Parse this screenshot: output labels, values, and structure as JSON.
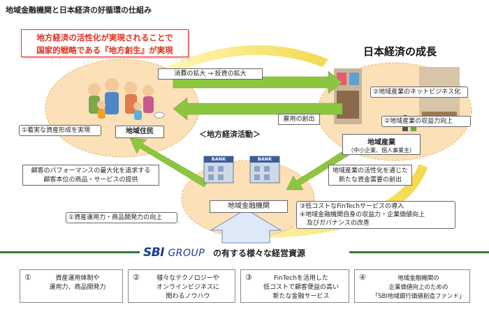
{
  "title": "地域金融機関と日本経済の好循環の仕組み",
  "banner": {
    "line1": "地方経済の活性化が実現されることで",
    "line2": "国家的戦略である『地方創生』が実現"
  },
  "growth_title": "日本経済の成長",
  "flows": {
    "consumption": "消費の拡大 → 投資の拡大",
    "employment": "雇用の創出",
    "customer_line1": "顧客のパフォーマンスの最大化を追求する",
    "customer_line2": "顧客本位の商品・サービスの提供",
    "industry_line1": "地域産業の活性化を通じた",
    "industry_line2": "新たな資金需要の創出"
  },
  "residents": {
    "label": "地域住民",
    "note": "①着実な資産形成を実現"
  },
  "industry": {
    "label": "地域産業",
    "sub": "（中小企業、個人事業主）",
    "note1": "②地域産業のネットビジネス化",
    "note2": "②地域産業の収益力向上"
  },
  "activity_label": "＜地方経済活動＞",
  "bank": {
    "label": "地域金融機関",
    "sign": "BANK",
    "left_note": "①資産運用力・商品開発力の向上",
    "right_note1": "③低コストなFinTechサービスの導入",
    "right_note2": "④地域金融機関自身の収益力・企業価値向上",
    "right_note3": "及びガバナンスの改善"
  },
  "sbi": {
    "logo": "SBI",
    "group": "GROUP",
    "text": "の有する様々な経営資源"
  },
  "resources": [
    {
      "num": "①",
      "line1": "資産運用体制や",
      "line2": "運用力、商品開発力",
      "line3": ""
    },
    {
      "num": "②",
      "line1": "様々なテクノロジーや",
      "line2": "オンラインビジネスに",
      "line3": "関わるノウハウ"
    },
    {
      "num": "③",
      "line1": "FinTechを活用した",
      "line2": "低コストで顧客便益の高い",
      "line3": "新たな金融サービス"
    },
    {
      "num": "④",
      "line1": "地域金融機関の",
      "line2": "企業価値向上のための",
      "line3": "「SBI地域銀行価値創造ファンド」"
    }
  ],
  "colors": {
    "accent_red": "#e0301e",
    "ellipse": "#fbe0b8",
    "arrow_green": "#8cc63f",
    "arrow_yellow": "#f7e04a",
    "sbi_blue": "#1a3c8e",
    "footer_green": "#2e7d32"
  }
}
